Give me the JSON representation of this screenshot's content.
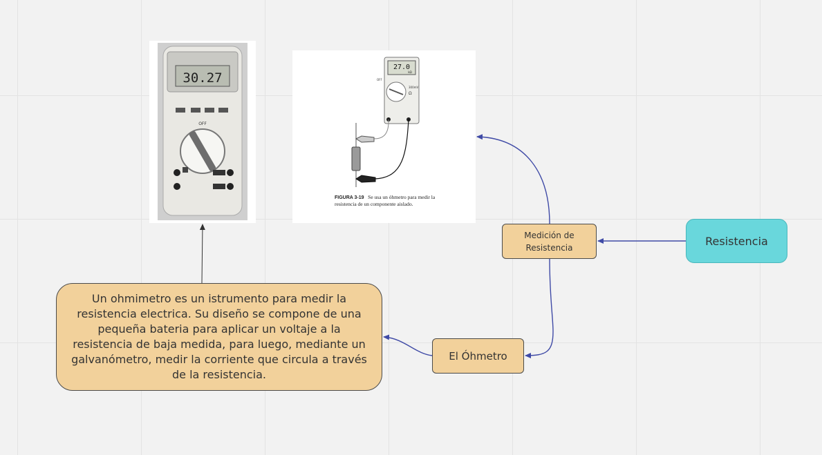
{
  "nodes": {
    "resistencia": "Resistencia",
    "medicion": "Medición de Resistencia",
    "ohmetro": "El Óhmetro",
    "descripcion": "Un ohmimetro es un istrumento para medir la resistencia electrica. Su diseño se compone de una pequeña bateria para aplicar un voltaje a la resistencia de baja medida, para luego, mediante un galvanómetro, medir la corriente que circula a través de la resistencia."
  },
  "photo": {
    "display": "30.27",
    "dial_label": "OFF"
  },
  "figure": {
    "display": "27.0",
    "unit": "kΩ",
    "caption_label": "FIGURA 3-19",
    "caption_text": "Se usa un óhmetro para medir la resistencia de un componente aislado.",
    "dial_labels": [
      "OFF",
      "300mV",
      "Ω"
    ]
  },
  "colors": {
    "connector": "#3f4aa6",
    "node_fill": "#f2d19b",
    "root_fill": "#69d7dc"
  }
}
